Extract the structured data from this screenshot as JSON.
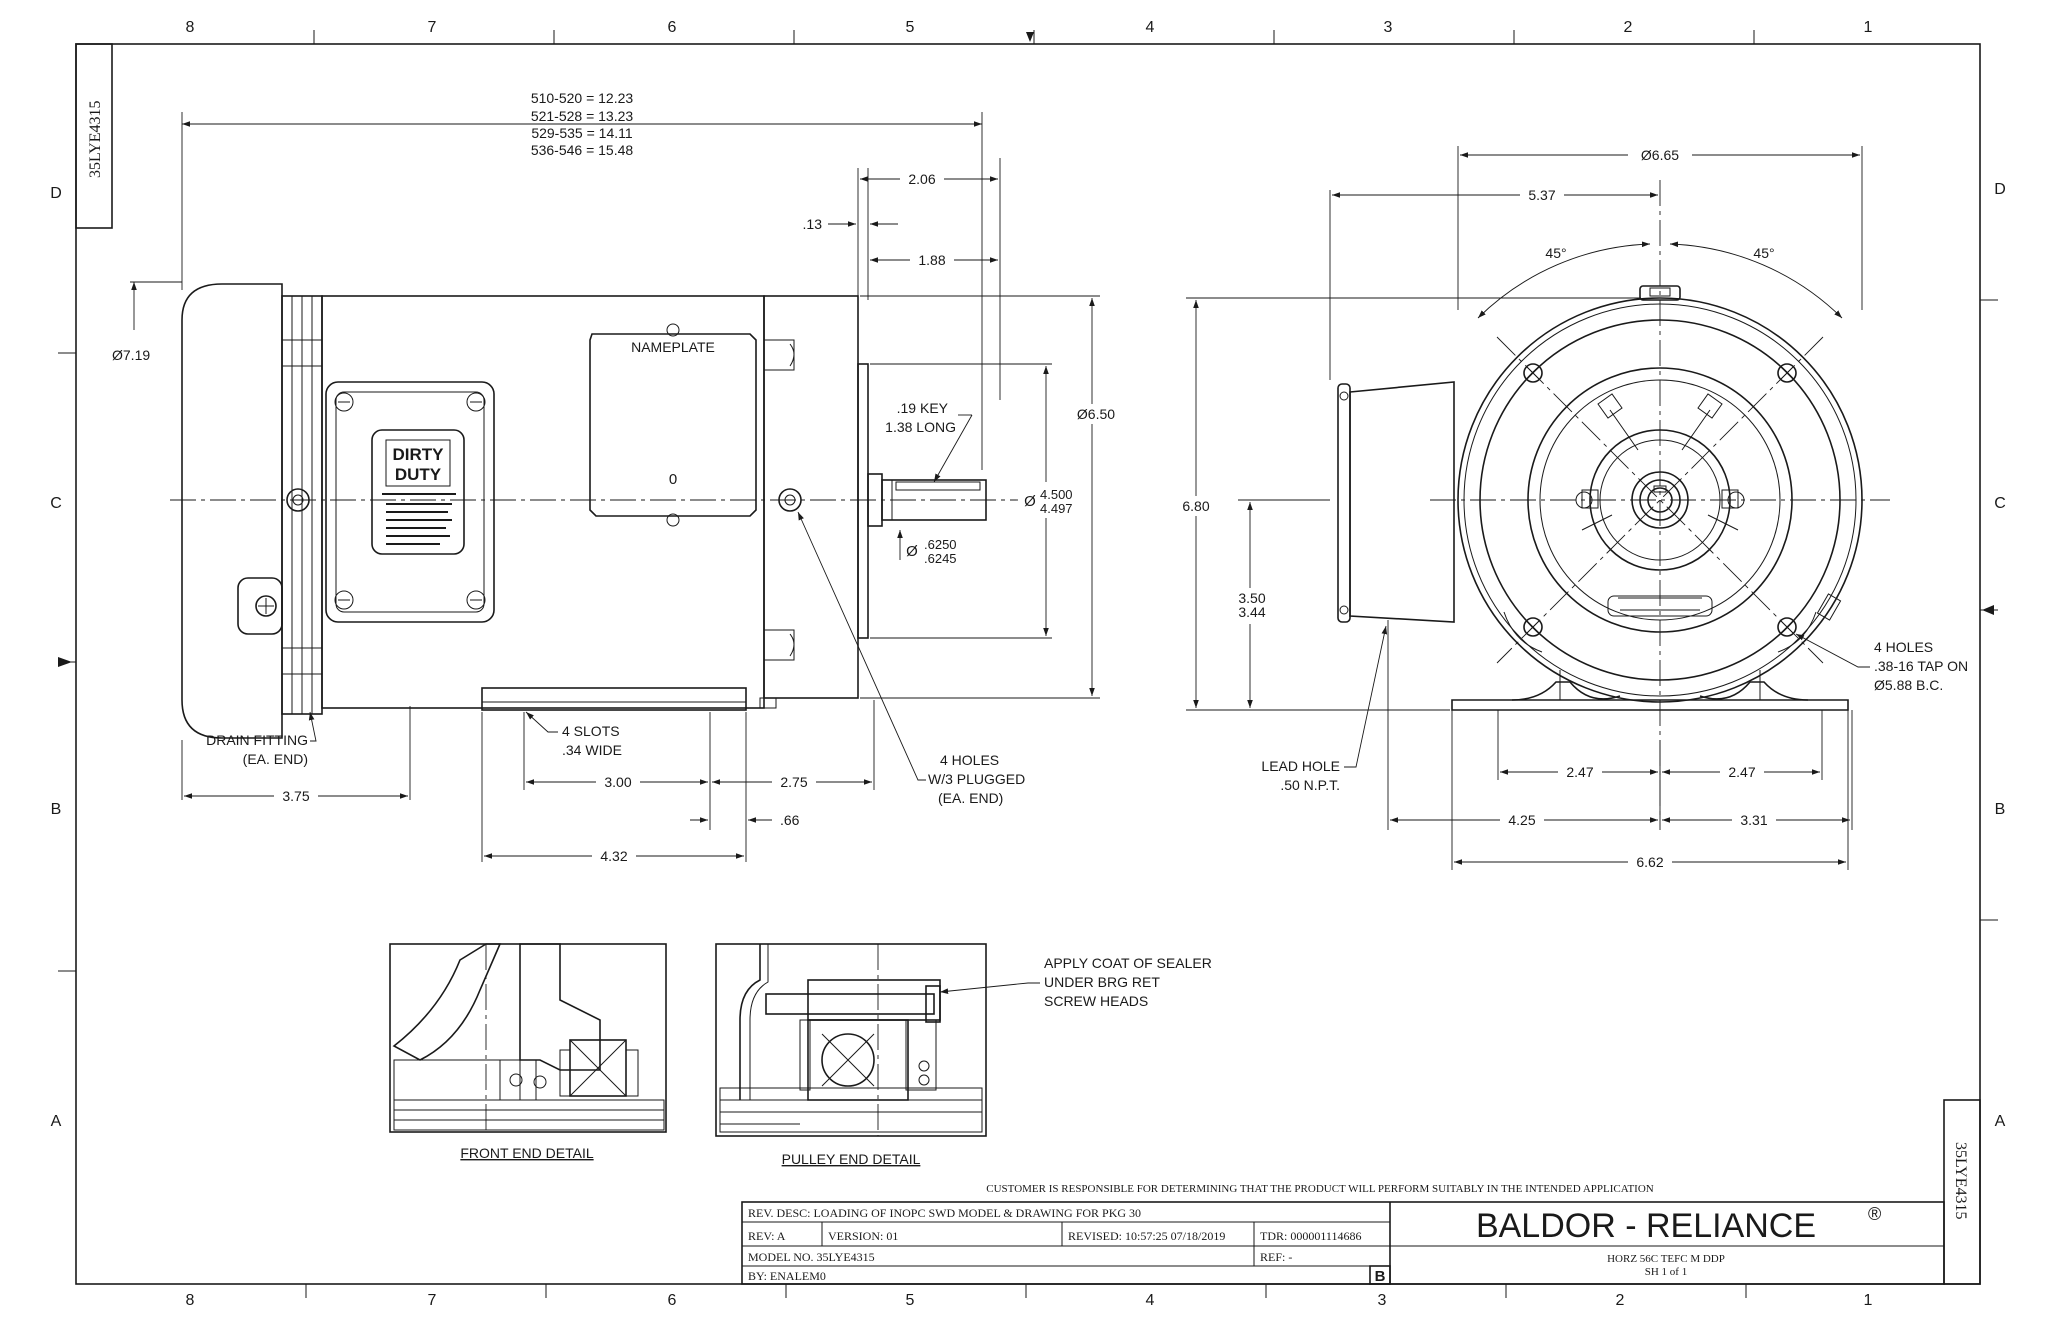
{
  "border": {
    "cols_top": [
      "8",
      "7",
      "6",
      "5",
      "4",
      "3",
      "2",
      "1"
    ],
    "cols_bottom": [
      "8",
      "7",
      "6",
      "5",
      "4",
      "3",
      "2",
      "1"
    ],
    "rows": [
      "D",
      "C",
      "B",
      "A"
    ]
  },
  "drawing_id_vertical": "35LYE4315",
  "side_view": {
    "overall_lengths": [
      "510-520 = 12.23",
      "521-528 = 13.23",
      "529-535 = 14.11",
      "536-546 = 15.48"
    ],
    "dim_206": "2.06",
    "dim_013": ".13",
    "dim_188": "1.88",
    "dim_diam_719": "Ø7.19",
    "nameplate": "NAMEPLATE",
    "nameplate_zero": "0",
    "key_line1": ".19 KEY",
    "key_line2": "1.38 LONG",
    "dim_diam_650": "Ø6.50",
    "pilot_diam_symbol": "Ø",
    "pilot_upper": "4.500",
    "pilot_lower": "4.497",
    "shaft_diam_symbol": "Ø",
    "shaft_upper": ".6250",
    "shaft_lower": ".6245",
    "drain_line1": "DRAIN FITTING",
    "drain_line2": "(EA. END)",
    "slots_line1": "4 SLOTS",
    "slots_line2": ".34 WIDE",
    "holes_line1": "4 HOLES",
    "holes_line2": "W/3 PLUGGED",
    "holes_line3": "(EA. END)",
    "dim_375": "3.75",
    "dim_300": "3.00",
    "dim_275": "2.75",
    "dim_066": ".66",
    "dim_432": "4.32",
    "logo_line1": "DIRTY",
    "logo_line2": "DUTY"
  },
  "end_view": {
    "dim_diam_665": "Ø6.65",
    "dim_537": "5.37",
    "angle_left": "45°",
    "angle_right": "45°",
    "dim_680": "6.80",
    "height_upper": "3.50",
    "height_lower": "3.44",
    "lead_line1": "LEAD HOLE",
    "lead_line2": ".50 N.P.T.",
    "tap_line1": "4 HOLES",
    "tap_line2": ".38-16 TAP ON",
    "tap_line3": "Ø5.88 B.C.",
    "dim_247_left": "2.47",
    "dim_247_right": "2.47",
    "dim_425": "4.25",
    "dim_331": "3.31",
    "dim_662": "6.62"
  },
  "details": {
    "front_label": "FRONT END DETAIL",
    "pulley_label": "PULLEY END DETAIL",
    "sealer_line1": "APPLY COAT OF SEALER",
    "sealer_line2": "UNDER BRG RET",
    "sealer_line3": "SCREW HEADS"
  },
  "title_block": {
    "disclaimer": "CUSTOMER IS RESPONSIBLE FOR DETERMINING THAT THE PRODUCT WILL PERFORM SUITABLY IN THE INTENDED APPLICATION",
    "rev_desc": "REV. DESC: LOADING OF INOPC SWD MODEL & DRAWING FOR PKG 30",
    "rev": "REV:  A",
    "version": "VERSION:  01",
    "revised": "REVISED:  10:57:25 07/18/2019",
    "tdr": "TDR: 000001114686",
    "model_no": "MODEL NO.  35LYE4315",
    "ref": "REF:  -",
    "by": "BY: ENALEM0",
    "size_letter": "B",
    "company": "BALDOR - RELIANCE",
    "registered": "®",
    "description": "HORZ 56C TEFC M DDP",
    "sheet": "SH 1 of 1"
  }
}
